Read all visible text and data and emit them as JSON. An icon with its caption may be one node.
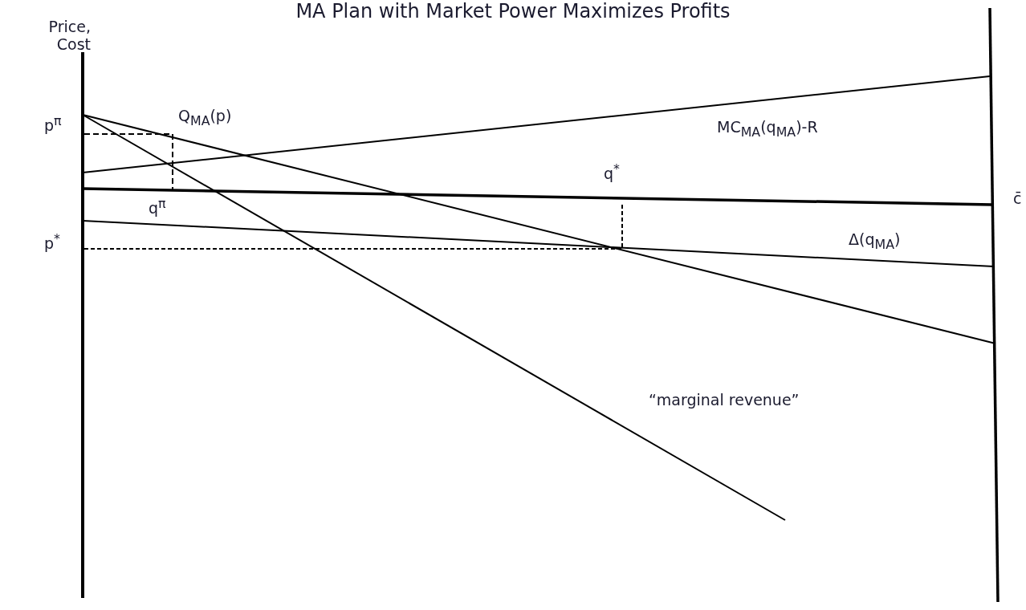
{
  "diagram": {
    "title": "MA Plan with Market Power Maximizes Profits",
    "labels": [
      "Price, Cost",
      "p$^{π}$",
      "Q$_{MA}$(p)",
      "MC$_{MA}$(q$_{MA}$)-R",
      "q$^{*}$",
      "q$^{π}$",
      "c̄",
      "p$^{*}$",
      "Δ(q$_{MA}$)",
      "“marginal revenue”"
    ]
  }
}
